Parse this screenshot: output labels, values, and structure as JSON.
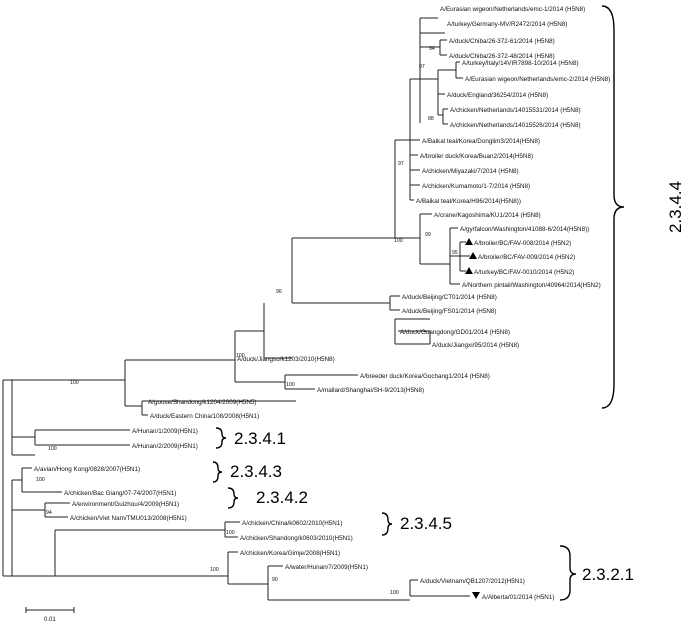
{
  "leaves": [
    {
      "id": "l1",
      "text": "A/Eurasian wigeon/Netherlands/emc-1/2014 (H5N8)"
    },
    {
      "id": "l2",
      "text": "A/turkey/Germany-MV/R2472/2014 (H5N8)"
    },
    {
      "id": "l3",
      "text": "A/duck/Chiba/26-372-61/2014 (H5N8)"
    },
    {
      "id": "l4",
      "text": "A/duck/Chiba/26-372-48/2014 (H5N8)"
    },
    {
      "id": "l5",
      "text": "A/turkey/Italy/14VIR7898-10/2014 (H5N8)"
    },
    {
      "id": "l6",
      "text": "A/Eurasian wigeon/Netherlands/emc-2/2014 (H5N8)"
    },
    {
      "id": "l7",
      "text": "A/duck/England/36254/2014 (H5N8)"
    },
    {
      "id": "l8",
      "text": "A/chicken/Netherlands/14015531/2014 (H5N8)"
    },
    {
      "id": "l9",
      "text": "A/chicken/Netherlands/14015526/2014 (H5N8)"
    },
    {
      "id": "l10",
      "text": "A/Baikal teal/Korea/Donglim3/2014(H5N8)"
    },
    {
      "id": "l11",
      "text": "A/broiler duck/Korea/Buan2/2014(H5N8)"
    },
    {
      "id": "l12",
      "text": "A/chicken/Miyazaki/7/2014 (H5N8)"
    },
    {
      "id": "l13",
      "text": "A/chicken/Kumamoto/1-7/2014 (H5N8)"
    },
    {
      "id": "l14",
      "text": "A/Baikal teal/Korea/H96/2014(H5N8))"
    },
    {
      "id": "l15",
      "text": "A/crane/Kagoshima/KU1/2014 (H5N8)"
    },
    {
      "id": "l16",
      "text": "A/gyrfalcon/Washington/41088-6/2014(H5N8))"
    },
    {
      "id": "l17",
      "text": "A/broiler/BC/FAV-008/2014 (H5N2)"
    },
    {
      "id": "l18",
      "text": "A/broiler/BC/FAV-009/2014 (H5N2)"
    },
    {
      "id": "l19",
      "text": "A/turkey/BC/FAV-0010/2014 (H5N2)"
    },
    {
      "id": "l20",
      "text": "A/Northern pintail/Washington/40964/2014(H5N2)"
    },
    {
      "id": "l21",
      "text": "A/duck/Beijing/CT01/2014 (H5N8)"
    },
    {
      "id": "l22",
      "text": "A/duck/Beijing/FS01/2014 (H5N8)"
    },
    {
      "id": "l23",
      "text": "A/duck/Guangdong/GD01/2014 (H5N8)"
    },
    {
      "id": "l24",
      "text": "A/duck/Jiangxi/95/2014 (H5N8)"
    },
    {
      "id": "l25",
      "text": "A/duck/Jiangsu/k1203/2010(H5N8)"
    },
    {
      "id": "l26",
      "text": "A/breeder duck/Korea/Gochang1/2014 (H5N8)"
    },
    {
      "id": "l27",
      "text": "A/mallard/Shanghai/SH-9/2013(H5N8)"
    },
    {
      "id": "l28",
      "text": "A/goose/Shandong/k1204/2009(H5N5)"
    },
    {
      "id": "l29",
      "text": "A/duck/Eastern China/108/2008(H5N1)"
    },
    {
      "id": "l30",
      "text": "A/Hunan/1/2009(H5N1)"
    },
    {
      "id": "l31",
      "text": "A/Hunan/2/2009(H5N1)"
    },
    {
      "id": "l32",
      "text": "A/avian/Hong Kong/0828/2007(H5N1)"
    },
    {
      "id": "l33",
      "text": "A/chicken/Bac Giang/07-74/2007(H5N1)"
    },
    {
      "id": "l34",
      "text": "A/environment/Guizhou/4/2009(H5N1)"
    },
    {
      "id": "l35",
      "text": "A/chicken/Viet Nam/TMU013/2008(H5N1)"
    },
    {
      "id": "l36",
      "text": "A/chicken/China/k0602/2010(H5N1)"
    },
    {
      "id": "l37",
      "text": "A/chicken/Shandong/k0603/2010(H5N1)"
    },
    {
      "id": "l38",
      "text": "A/chicken/Korea/Gimje/2008(H5N1)"
    },
    {
      "id": "l39",
      "text": "A/water/Hunan/7/2009(H5N1)"
    },
    {
      "id": "l40",
      "text": "A/duck/Vietnam/QB1207/2012(H5N1)"
    },
    {
      "id": "l41",
      "text": "A/Alberta/01/2014 (H5N1)"
    }
  ],
  "bootstrap": [
    "94",
    "97",
    "88",
    "97",
    "99",
    "95",
    "100",
    "96",
    "100",
    "100",
    "100",
    "100",
    "100",
    "94",
    "100",
    "100",
    "90",
    "100"
  ],
  "clades": [
    {
      "id": "c2344",
      "label": "2.3.4.4"
    },
    {
      "id": "c2341",
      "label": "2.3.4.1"
    },
    {
      "id": "c2343",
      "label": "2.3.4.3"
    },
    {
      "id": "c2342",
      "label": "2.3.4.2"
    },
    {
      "id": "c2345",
      "label": "2.3.4.5"
    },
    {
      "id": "c2321",
      "label": "2.3.2.1"
    }
  ],
  "scale_bar": {
    "label": "0.01"
  },
  "marker_icons": {
    "up": "triangle-up-icon",
    "down": "triangle-down-icon"
  }
}
